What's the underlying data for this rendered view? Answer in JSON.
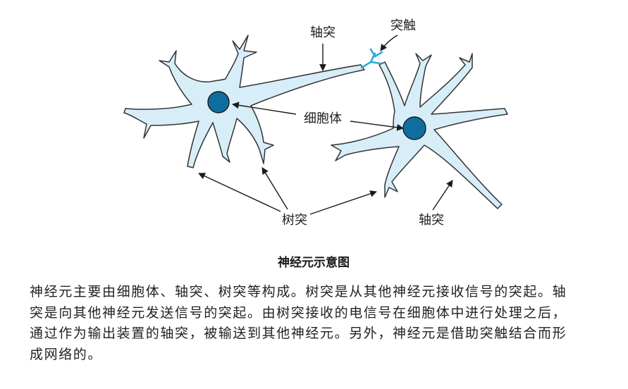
{
  "diagram": {
    "labels": {
      "axon_top": "轴突",
      "synapse": "突触",
      "cell_body": "细胞体",
      "dendrite": "树突",
      "axon_bottom": "轴突"
    },
    "caption": "神经元示意图"
  },
  "paragraph": {
    "lines": [
      "神经元主要由细胞体、轴突、树突等构成。树突是从其他神经元接收信号的突起。轴",
      "突是向其他神经元发送信号的突起。由树突接收的电信号在细胞体中进行处理之后，",
      "通过作为输出装置的轴突，被输送到其他神经元。另外，神经元是借助突触结合而形",
      "成网络的。"
    ]
  },
  "colors": {
    "cell_fill": "#d7eef9",
    "nucleus": "#0e6f9e",
    "synapse": "#29a9dc",
    "outline": "#333333"
  }
}
